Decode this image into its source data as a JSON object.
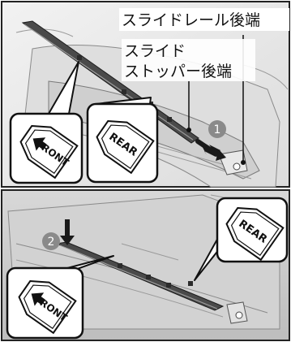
{
  "labels": {
    "slide_rail_rear_end": "スライドレール後端",
    "slide_stopper_rear_end_line1": "スライド",
    "slide_stopper_rear_end_line2": "ストッパー後端"
  },
  "steps": {
    "step1": "1",
    "step2": "2"
  },
  "badges": {
    "front": "FRONT",
    "rear": "REAR"
  },
  "colors": {
    "panel_bg": "#e9e9e9",
    "panel_border": "#222222",
    "part_dark": "#2b2b2b",
    "part_mid": "#6a6a6a",
    "step_circle": "#8a8a8a",
    "callout_bg": "#ffffff"
  }
}
